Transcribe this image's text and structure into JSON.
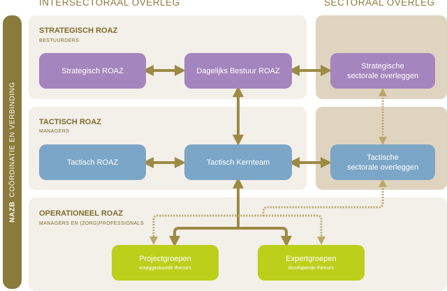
{
  "columns": {
    "intersectoral": "Intersectoraal overleg",
    "sectoral": "Sectoraal overleg"
  },
  "sidebar": {
    "abbr": "NAZB",
    "label": "Coördinatie en verbinding"
  },
  "bands": {
    "strategic": {
      "title": "Strategisch ROAZ",
      "subtitle": "Bestuurders"
    },
    "tactical": {
      "title": "Tactisch ROAZ",
      "subtitle": "Managers"
    },
    "operational": {
      "title": "Operationeel ROAZ",
      "subtitle": "Managers en (zorg)professionals"
    }
  },
  "nodes": {
    "strategisch_roaz": "Strategisch ROAZ",
    "dagelijks_bestuur": "Dagelijks Bestuur ROAZ",
    "strategische_sectorale": {
      "line1": "Strategische",
      "line2": "sectorale overleggen"
    },
    "tactisch_roaz": "Tactisch ROAZ",
    "tactisch_kernteam": "Tactisch Kernteam",
    "tactische_sectorale": {
      "line1": "Tactische",
      "line2": "sectorale overleggen"
    },
    "projectgroepen": {
      "label": "Projectgroepen",
      "sub": "vraaggestuurde thema's"
    },
    "expertgroepen": {
      "label": "Expertgroepen",
      "sub": "doorlopende thema's"
    }
  },
  "colors": {
    "strategic_node": "#a585bd",
    "tactical_node": "#7ba6c8",
    "operational_node": "#bccf1b",
    "connector": "#9c8a45",
    "sidebar": "#8a7b3c",
    "band": "#f3efe9",
    "sector_panel": "#dfd4c0"
  }
}
